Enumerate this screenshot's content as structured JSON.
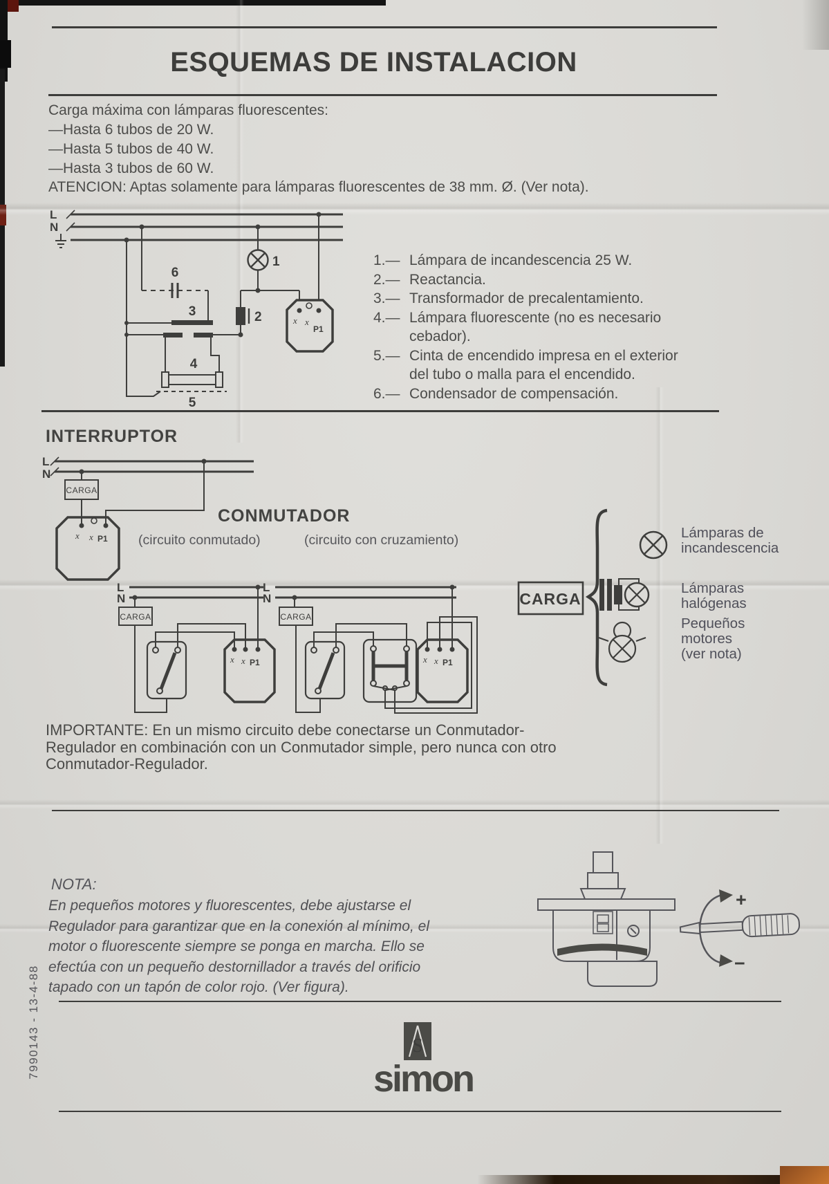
{
  "header": {
    "title": "ESQUEMAS DE INSTALACION"
  },
  "specs": {
    "intro": "Carga máxima con lámparas fluorescentes:",
    "items": [
      "—Hasta 6 tubos de 20 W.",
      "—Hasta 5 tubos de 40 W.",
      "—Hasta 3 tubos de 60 W."
    ],
    "attention": "ATENCION: Aptas solamente para lámparas fluorescentes de 38 mm. Ø. (Ver nota)."
  },
  "legend": {
    "items": [
      {
        "num": "1.—",
        "text": "Lámpara de incandescencia 25 W."
      },
      {
        "num": "2.—",
        "text": "Reactancia."
      },
      {
        "num": "3.—",
        "text": "Transformador de precalentamiento."
      },
      {
        "num": "4.—",
        "text": "Lámpara fluorescente (no es necesario cebador)."
      },
      {
        "num": "5.—",
        "text": "Cinta de encendido impresa en el exterior del tubo o malla para el encendido."
      },
      {
        "num": "6.—",
        "text": "Condensador de compensación."
      }
    ]
  },
  "sections": {
    "interruptor": "INTERRUPTOR",
    "conmutador": "CONMUTADOR",
    "conmutado_caption": "(circuito conmutado)",
    "cruzamiento_caption": "(circuito con cruzamiento)",
    "importante": "IMPORTANTE: En un mismo circuito debe conectarse un Conmutador-Regulador en combinación con un Conmutador simple, pero nunca con otro Conmutador-Regulador.",
    "nota_heading": "NOTA:",
    "nota_body": "En pequeños motores y fluorescentes, debe ajustarse el Regulador para garantizar que en la conexión al mínimo, el motor o fluorescente siempre se ponga en marcha. Ello se efectúa con un pequeño destornillador a través del orificio tapado con un tapón de color rojo. (Ver figura)."
  },
  "diagram_labels": {
    "l": "L",
    "n": "N",
    "carga": "CARGA",
    "p1": "P1",
    "c1": "1",
    "c2": "2",
    "c3": "3",
    "c4": "4",
    "c5": "5",
    "c6": "6",
    "plus": "+",
    "minus": "−",
    "dimmer": "x"
  },
  "loads": {
    "incandescent": "Lámparas de incandescencia",
    "halogen": "Lámparas halógenas",
    "motors": "Pequeños motores (ver nota)"
  },
  "brand": {
    "logo": "simon",
    "icon_s": "S"
  },
  "footer": {
    "print_code": "7990143   -   13-4-88"
  },
  "colors": {
    "ink": "#3e3e3c",
    "paper": "#dcdbd7"
  }
}
